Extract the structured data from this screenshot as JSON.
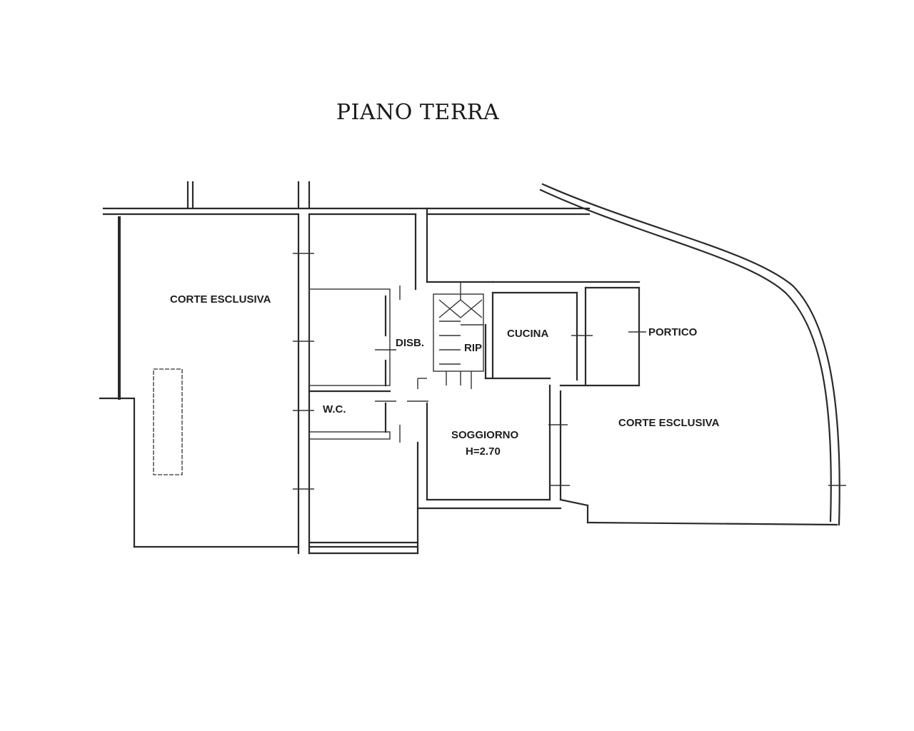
{
  "plan": {
    "title": "PIANO TERRA",
    "rooms": {
      "corte_left": "CORTE ESCLUSIVA",
      "corte_right": "CORTE ESCLUSIVA",
      "disb": "DISB.",
      "rip": "RIP",
      "cucina": "CUCINA",
      "portico": "PORTICO",
      "wc": "W.C.",
      "soggiorno": "SOGGIORNO",
      "height": "H=2.70"
    }
  },
  "colors": {
    "ink": "#2a2a2a",
    "paper": "#ffffff"
  }
}
